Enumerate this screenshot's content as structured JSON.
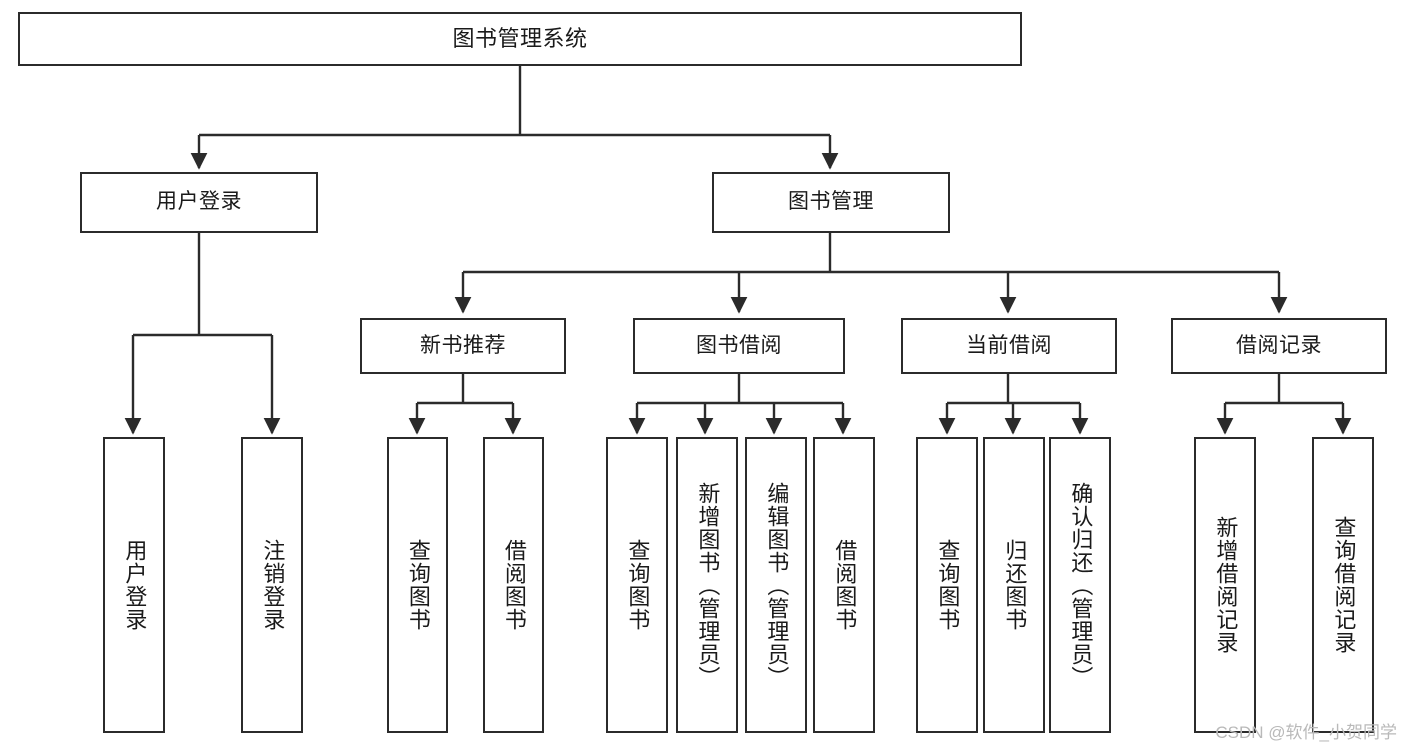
{
  "diagram": {
    "title": "图书管理系统",
    "type": "tree-hierarchy",
    "watermark": "CSDN @软件_小贺同学",
    "colors": {
      "background": "#ffffff",
      "box_border": "#2b2b2b",
      "box_fill": "#ffffff",
      "edge": "#2b2b2b",
      "text": "#1a1a1a",
      "watermark": "#b9b9b9"
    },
    "levels": {
      "root": {
        "label": "图书管理系统"
      },
      "level2": [
        {
          "id": "user-login",
          "label": "用户登录"
        },
        {
          "id": "book-management",
          "label": "图书管理"
        }
      ],
      "level3": [
        {
          "id": "new-book-recommend",
          "label": "新书推荐",
          "parent": "book-management"
        },
        {
          "id": "book-borrow",
          "label": "图书借阅",
          "parent": "book-management"
        },
        {
          "id": "current-borrow",
          "label": "当前借阅",
          "parent": "book-management"
        },
        {
          "id": "borrow-record",
          "label": "借阅记录",
          "parent": "book-management"
        }
      ],
      "leaves": [
        {
          "id": "leaf-user-login",
          "label": "用户登录",
          "parent": "user-login"
        },
        {
          "id": "leaf-logout-login",
          "label": "注销登录",
          "parent": "user-login"
        },
        {
          "id": "leaf-query-book-1",
          "label": "查询图书",
          "parent": "new-book-recommend"
        },
        {
          "id": "leaf-borrow-book-1",
          "label": "借阅图书",
          "parent": "new-book-recommend"
        },
        {
          "id": "leaf-query-book-2",
          "label": "查询图书",
          "parent": "book-borrow"
        },
        {
          "id": "leaf-add-book",
          "label": "新增图书（管理员）",
          "parent": "book-borrow"
        },
        {
          "id": "leaf-edit-book",
          "label": "编辑图书（管理员）",
          "parent": "book-borrow"
        },
        {
          "id": "leaf-borrow-book-2",
          "label": "借阅图书",
          "parent": "book-borrow"
        },
        {
          "id": "leaf-query-book-3",
          "label": "查询图书",
          "parent": "current-borrow"
        },
        {
          "id": "leaf-return-book",
          "label": "归还图书",
          "parent": "current-borrow"
        },
        {
          "id": "leaf-confirm-return",
          "label": "确认归还（管理员）",
          "parent": "current-borrow"
        },
        {
          "id": "leaf-add-record",
          "label": "新增借阅记录",
          "parent": "borrow-record"
        },
        {
          "id": "leaf-query-record",
          "label": "查询借阅记录",
          "parent": "borrow-record"
        }
      ]
    }
  }
}
